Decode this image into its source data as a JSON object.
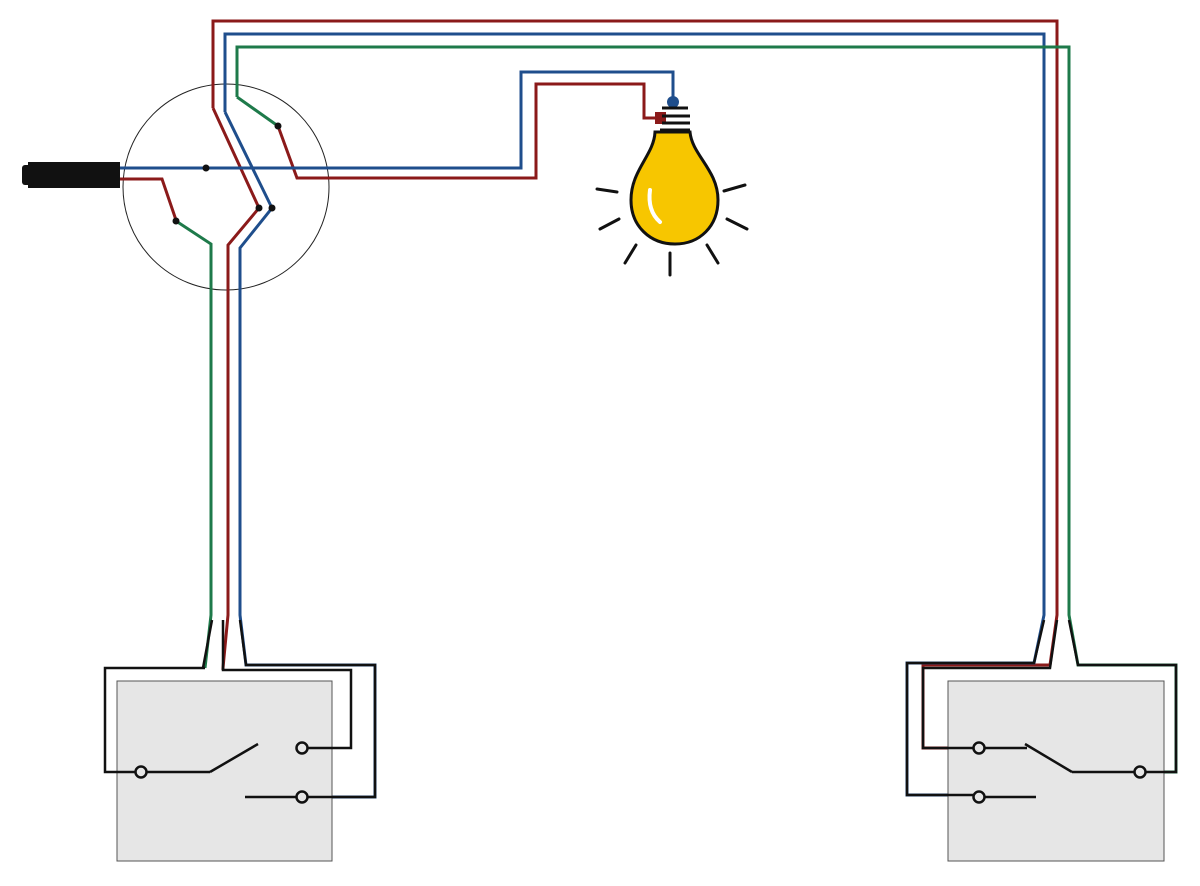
{
  "diagram": {
    "kind": "two-way switch wiring",
    "colors": {
      "line": "#8b1a1a",
      "neutral": "#1f4e8c",
      "traveler": "#1e7a4a",
      "cable": "#111111",
      "switch_plate": "#e6e6e6",
      "bulb_glass": "#f7c600",
      "background": "#ffffff"
    },
    "components": [
      {
        "name": "supply-cable",
        "icon": "cable-icon"
      },
      {
        "name": "junction-box",
        "icon": "junction-box-icon"
      },
      {
        "name": "light-bulb",
        "icon": "light-bulb-icon",
        "state": "on"
      },
      {
        "name": "two-way-switch-left",
        "icon": "switch-icon"
      },
      {
        "name": "two-way-switch-right",
        "icon": "switch-icon"
      }
    ],
    "wire_colors": [
      "line",
      "neutral",
      "traveler"
    ]
  }
}
